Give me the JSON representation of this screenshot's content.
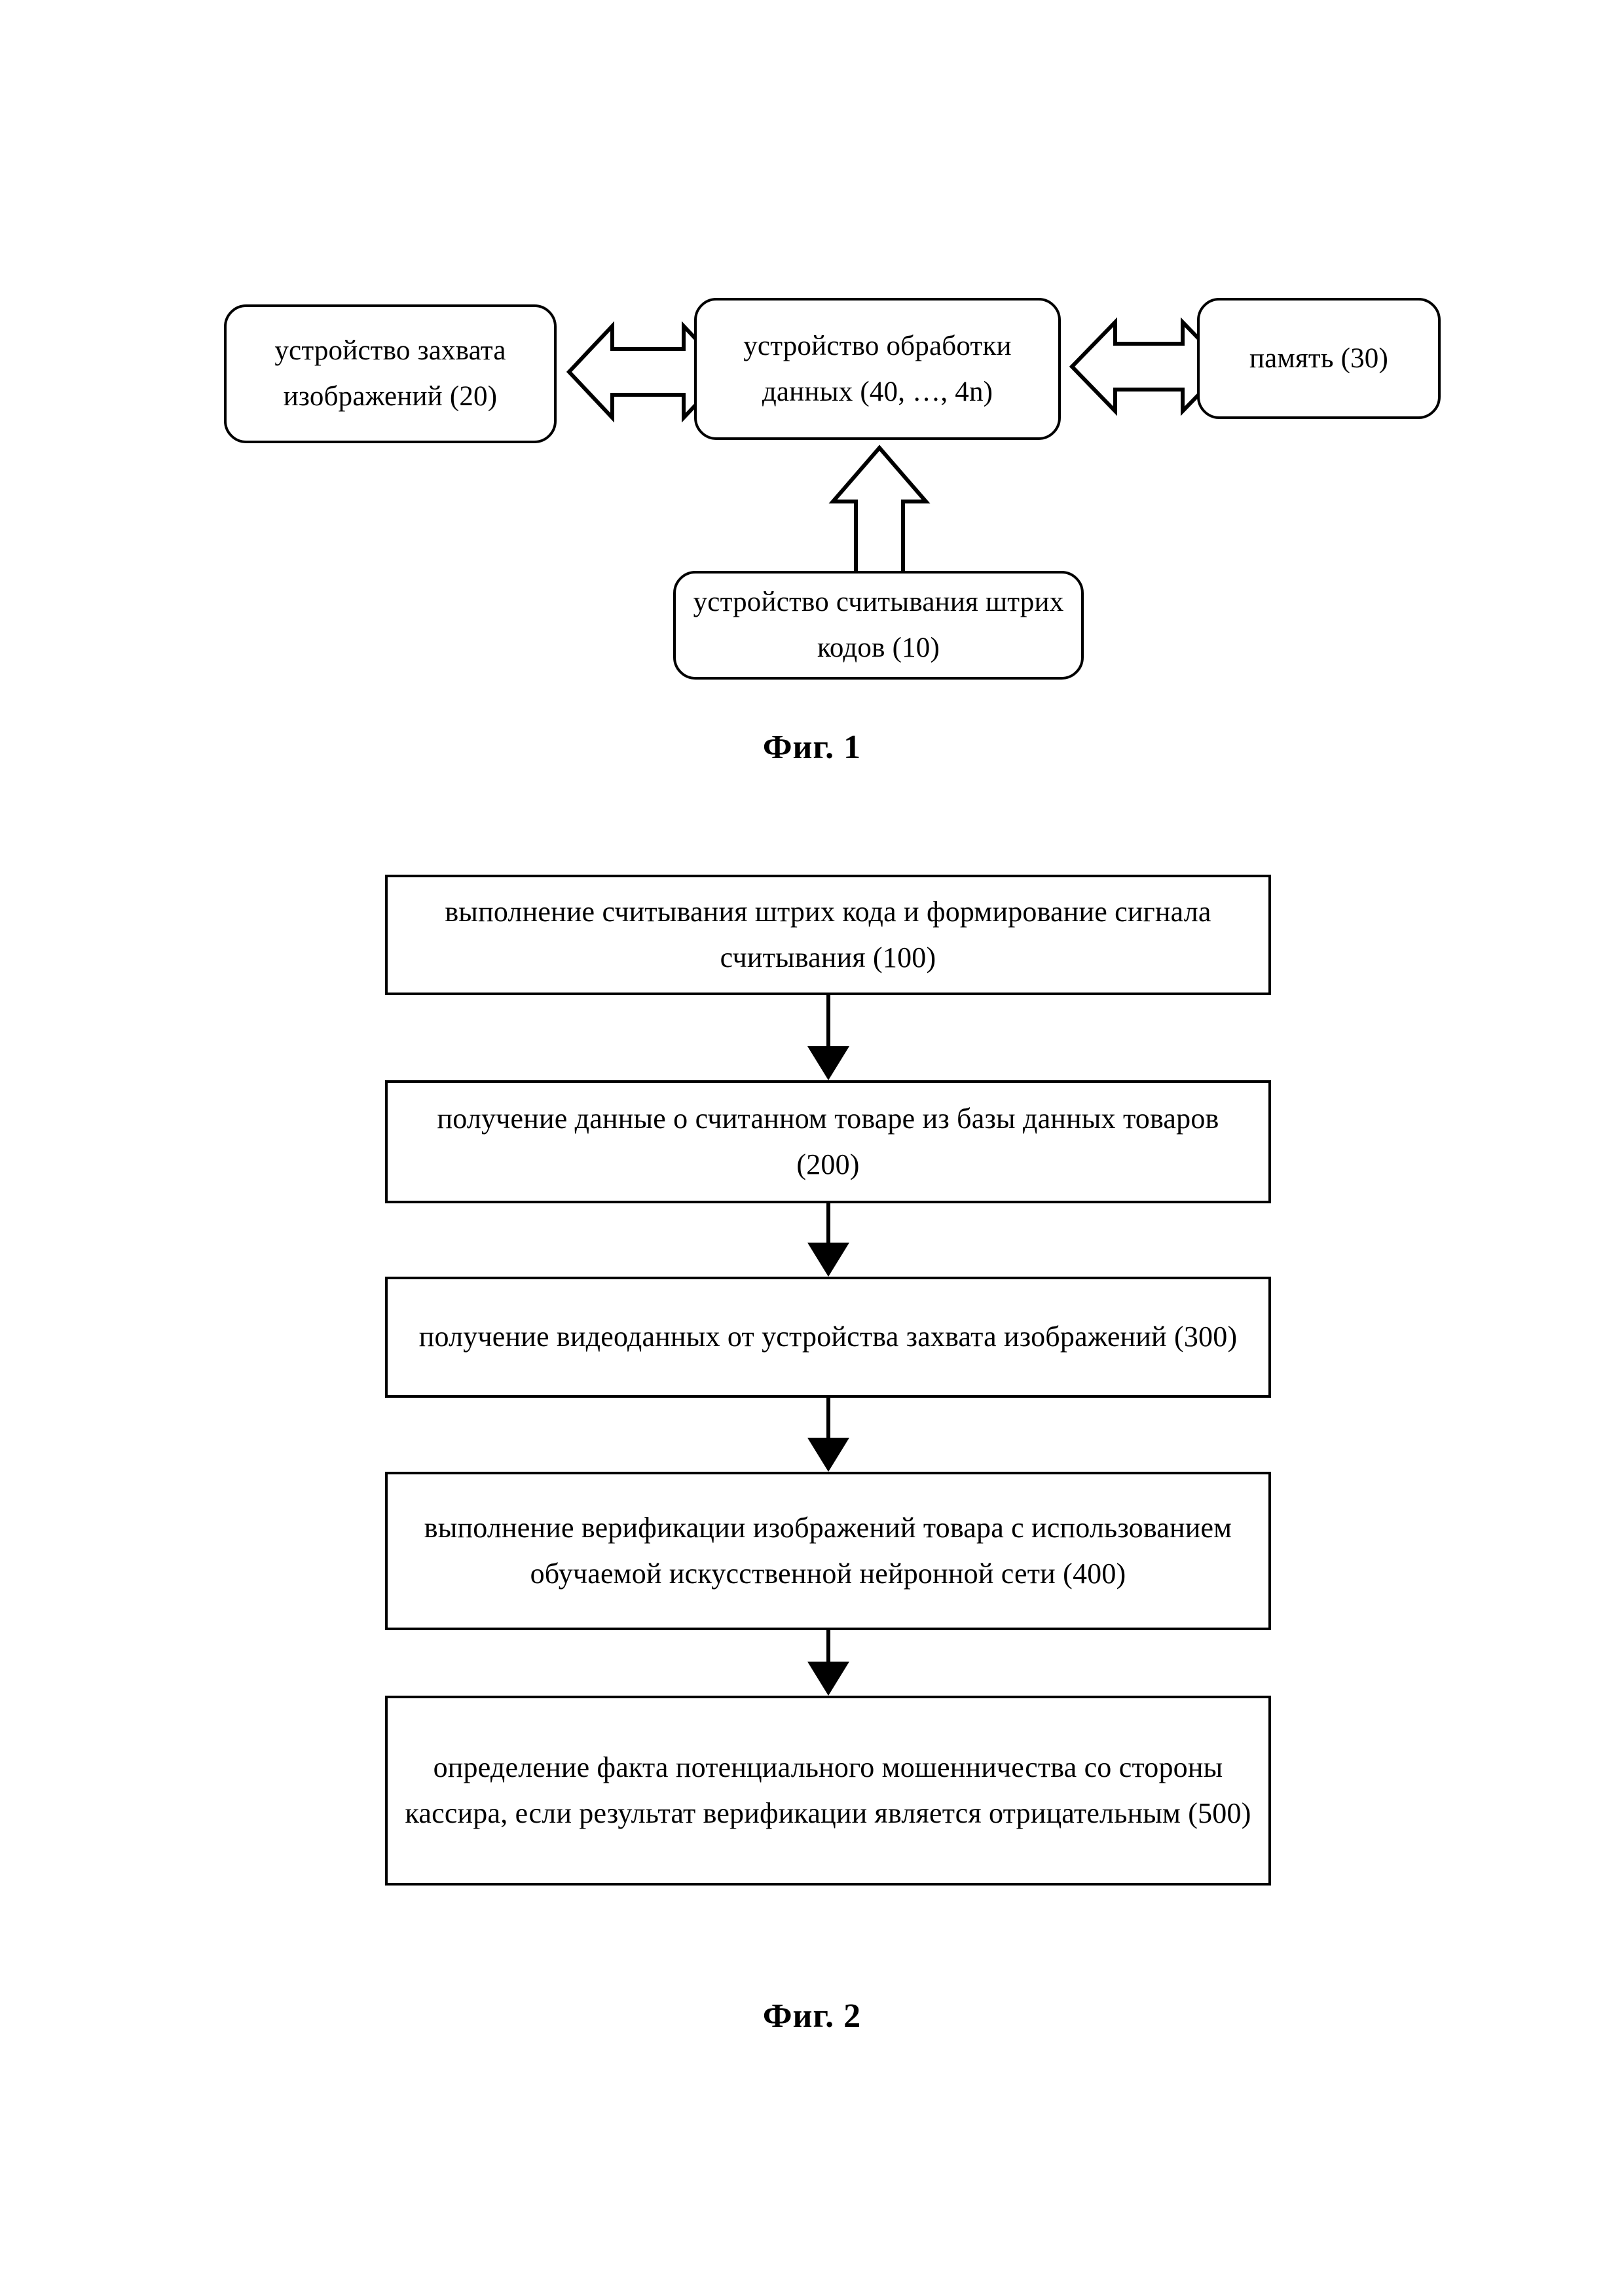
{
  "page": {
    "kind": "patent-drawing-sheet",
    "ink_color": "#000000",
    "paper_color": "#ffffff"
  },
  "figure1": {
    "caption": "Фиг. 1",
    "blocks": [
      {
        "id": "image-capture-device",
        "text": "устройство захвата изображений (20)"
      },
      {
        "id": "data-processing-device",
        "text": "устройство обработки данных (40, …, 4n)"
      },
      {
        "id": "memory",
        "text": "память (30)"
      },
      {
        "id": "barcode-reader",
        "text": "устройство считывания штрих кодов  (10)"
      }
    ],
    "connectors": [
      {
        "id": "capture-to-processing",
        "style": "hollow-double-arrow",
        "orientation": "horizontal"
      },
      {
        "id": "processing-to-memory",
        "style": "hollow-double-arrow",
        "orientation": "horizontal"
      },
      {
        "id": "processing-to-barcode",
        "style": "hollow-double-arrow",
        "orientation": "vertical"
      }
    ]
  },
  "figure2": {
    "caption": "Фиг. 2",
    "steps": [
      {
        "id": "step-100",
        "text": "выполнение считывания штрих кода и формирование сигнала считывания (100)"
      },
      {
        "id": "step-200",
        "text": "получение данные о считанном товаре из базы данных товаров (200)"
      },
      {
        "id": "step-300",
        "text": "получение видеоданных от устройства захвата изображений (300)"
      },
      {
        "id": "step-400",
        "text": "выполнение верификации изображений товара с использованием обучаемой искусственной нейронной сети (400)"
      },
      {
        "id": "step-500",
        "text": "определение факта потенциального мошенничества со стороны кассира, если результат верификации является отрицательным (500)"
      }
    ],
    "connectors": [
      {
        "id": "arrow-100-200",
        "style": "solid-arrow",
        "orientation": "vertical-down"
      },
      {
        "id": "arrow-200-300",
        "style": "solid-arrow",
        "orientation": "vertical-down"
      },
      {
        "id": "arrow-300-400",
        "style": "solid-arrow",
        "orientation": "vertical-down"
      },
      {
        "id": "arrow-400-500",
        "style": "solid-arrow",
        "orientation": "vertical-down"
      }
    ]
  }
}
